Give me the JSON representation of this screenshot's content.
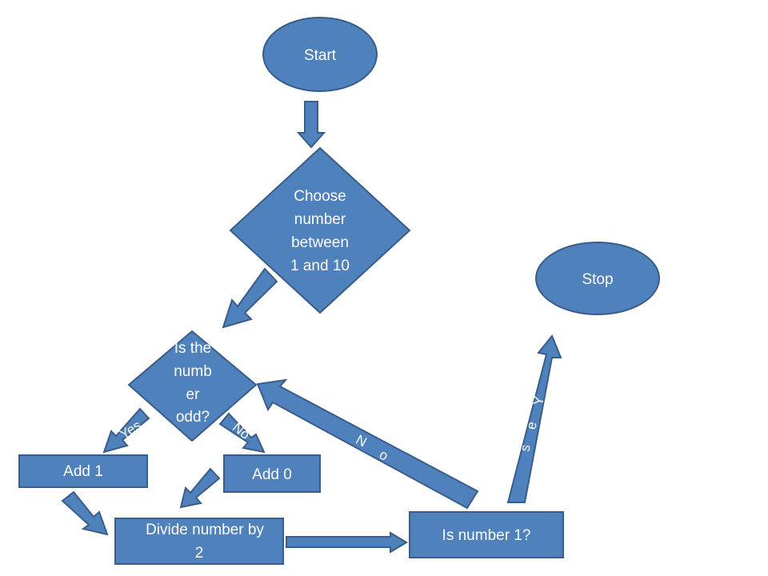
{
  "colors": {
    "fill": "#4f81bd",
    "stroke": "#385d8a",
    "text": "#ffffff",
    "background": "#ffffff"
  },
  "nodes": {
    "start": {
      "label": "Start"
    },
    "choose": {
      "lines": [
        "Choose",
        "number",
        "between",
        "1 and 10"
      ]
    },
    "odd": {
      "lines": [
        "Is the",
        "numb",
        "er",
        "odd?"
      ]
    },
    "add1": {
      "label": "Add 1"
    },
    "add0": {
      "label": "Add 0"
    },
    "divide": {
      "lines": [
        "Divide number by",
        "2"
      ]
    },
    "is_one": {
      "label": "Is number 1?"
    },
    "stop": {
      "label": "Stop"
    }
  },
  "edges": {
    "odd_yes": {
      "label": "Yes"
    },
    "odd_no": {
      "label": "No"
    },
    "one_no": {
      "letters": [
        "N",
        "o"
      ]
    },
    "one_yes": {
      "letters": [
        "Y",
        "e",
        "s"
      ]
    }
  }
}
